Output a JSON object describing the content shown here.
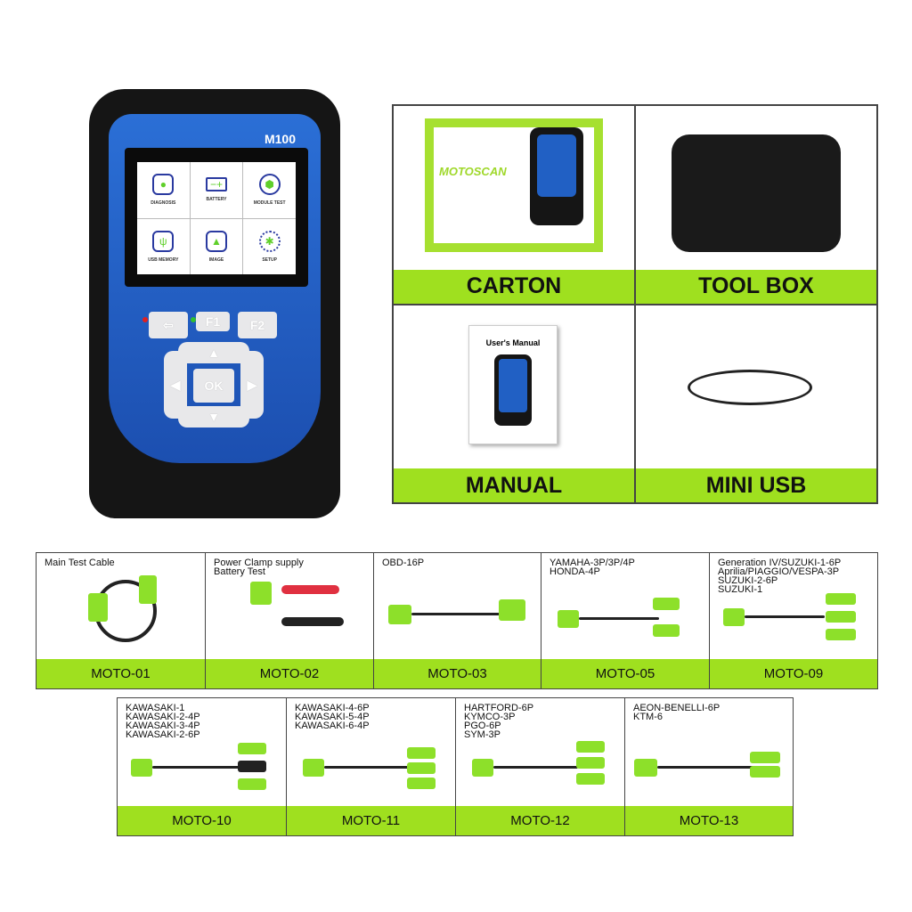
{
  "device": {
    "model": "M100",
    "apps": [
      {
        "label": "DIAGNOSIS",
        "icon": "diagnosis-icon"
      },
      {
        "label": "BATTERY",
        "icon": "battery-icon"
      },
      {
        "label": "MODULE TEST",
        "icon": "module-icon"
      },
      {
        "label": "USB MEMORY",
        "icon": "usb-icon"
      },
      {
        "label": "IMAGE",
        "icon": "image-icon"
      },
      {
        "label": "SETUP",
        "icon": "gear-icon"
      }
    ],
    "keys": {
      "back": "⇦",
      "f1": "F1",
      "f2": "F2",
      "up": "▲",
      "down": "▼",
      "left": "◀",
      "right": "▶",
      "ok": "OK"
    },
    "leds": [
      "#e02020",
      "#e0d020",
      "#30c030"
    ]
  },
  "package": [
    {
      "label": "CARTON",
      "box_title": "MOTOSCAN"
    },
    {
      "label": "TOOL BOX"
    },
    {
      "label": "MANUAL",
      "manual_title": "User's Manual"
    },
    {
      "label": "MINI USB"
    }
  ],
  "cables_row1": [
    {
      "desc": [
        "Main Test Cable"
      ],
      "code": "MOTO-01"
    },
    {
      "desc": [
        "Power Clamp supply",
        "Battery Test"
      ],
      "code": "MOTO-02"
    },
    {
      "desc": [
        "OBD-16P"
      ],
      "code": "MOTO-03"
    },
    {
      "desc": [
        "YAMAHA-3P/3P/4P",
        "HONDA-4P"
      ],
      "code": "MOTO-05"
    },
    {
      "desc": [
        "Generation IV/SUZUKI-1-6P",
        "Aprilia/PIAGGIO/VESPA-3P",
        "SUZUKI-2-6P",
        "SUZUKI-1"
      ],
      "code": "MOTO-09"
    }
  ],
  "cables_row2": [
    {
      "desc": [
        "KAWASAKI-1",
        "KAWASAKI-2-4P",
        "KAWASAKI-3-4P",
        "KAWASAKI-2-6P"
      ],
      "code": "MOTO-10"
    },
    {
      "desc": [
        "KAWASAKI-4-6P",
        "KAWASAKI-5-4P",
        "KAWASAKI-6-4P"
      ],
      "code": "MOTO-11"
    },
    {
      "desc": [
        "HARTFORD-6P",
        "KYMCO-3P",
        "PGO-6P",
        "SYM-3P"
      ],
      "code": "MOTO-12"
    },
    {
      "desc": [
        "AEON-BENELLI-6P",
        "KTM-6"
      ],
      "code": "MOTO-13"
    }
  ],
  "colors": {
    "accent_green": "#9fe01f",
    "device_blue": "#2160c4",
    "device_black": "#151515"
  }
}
